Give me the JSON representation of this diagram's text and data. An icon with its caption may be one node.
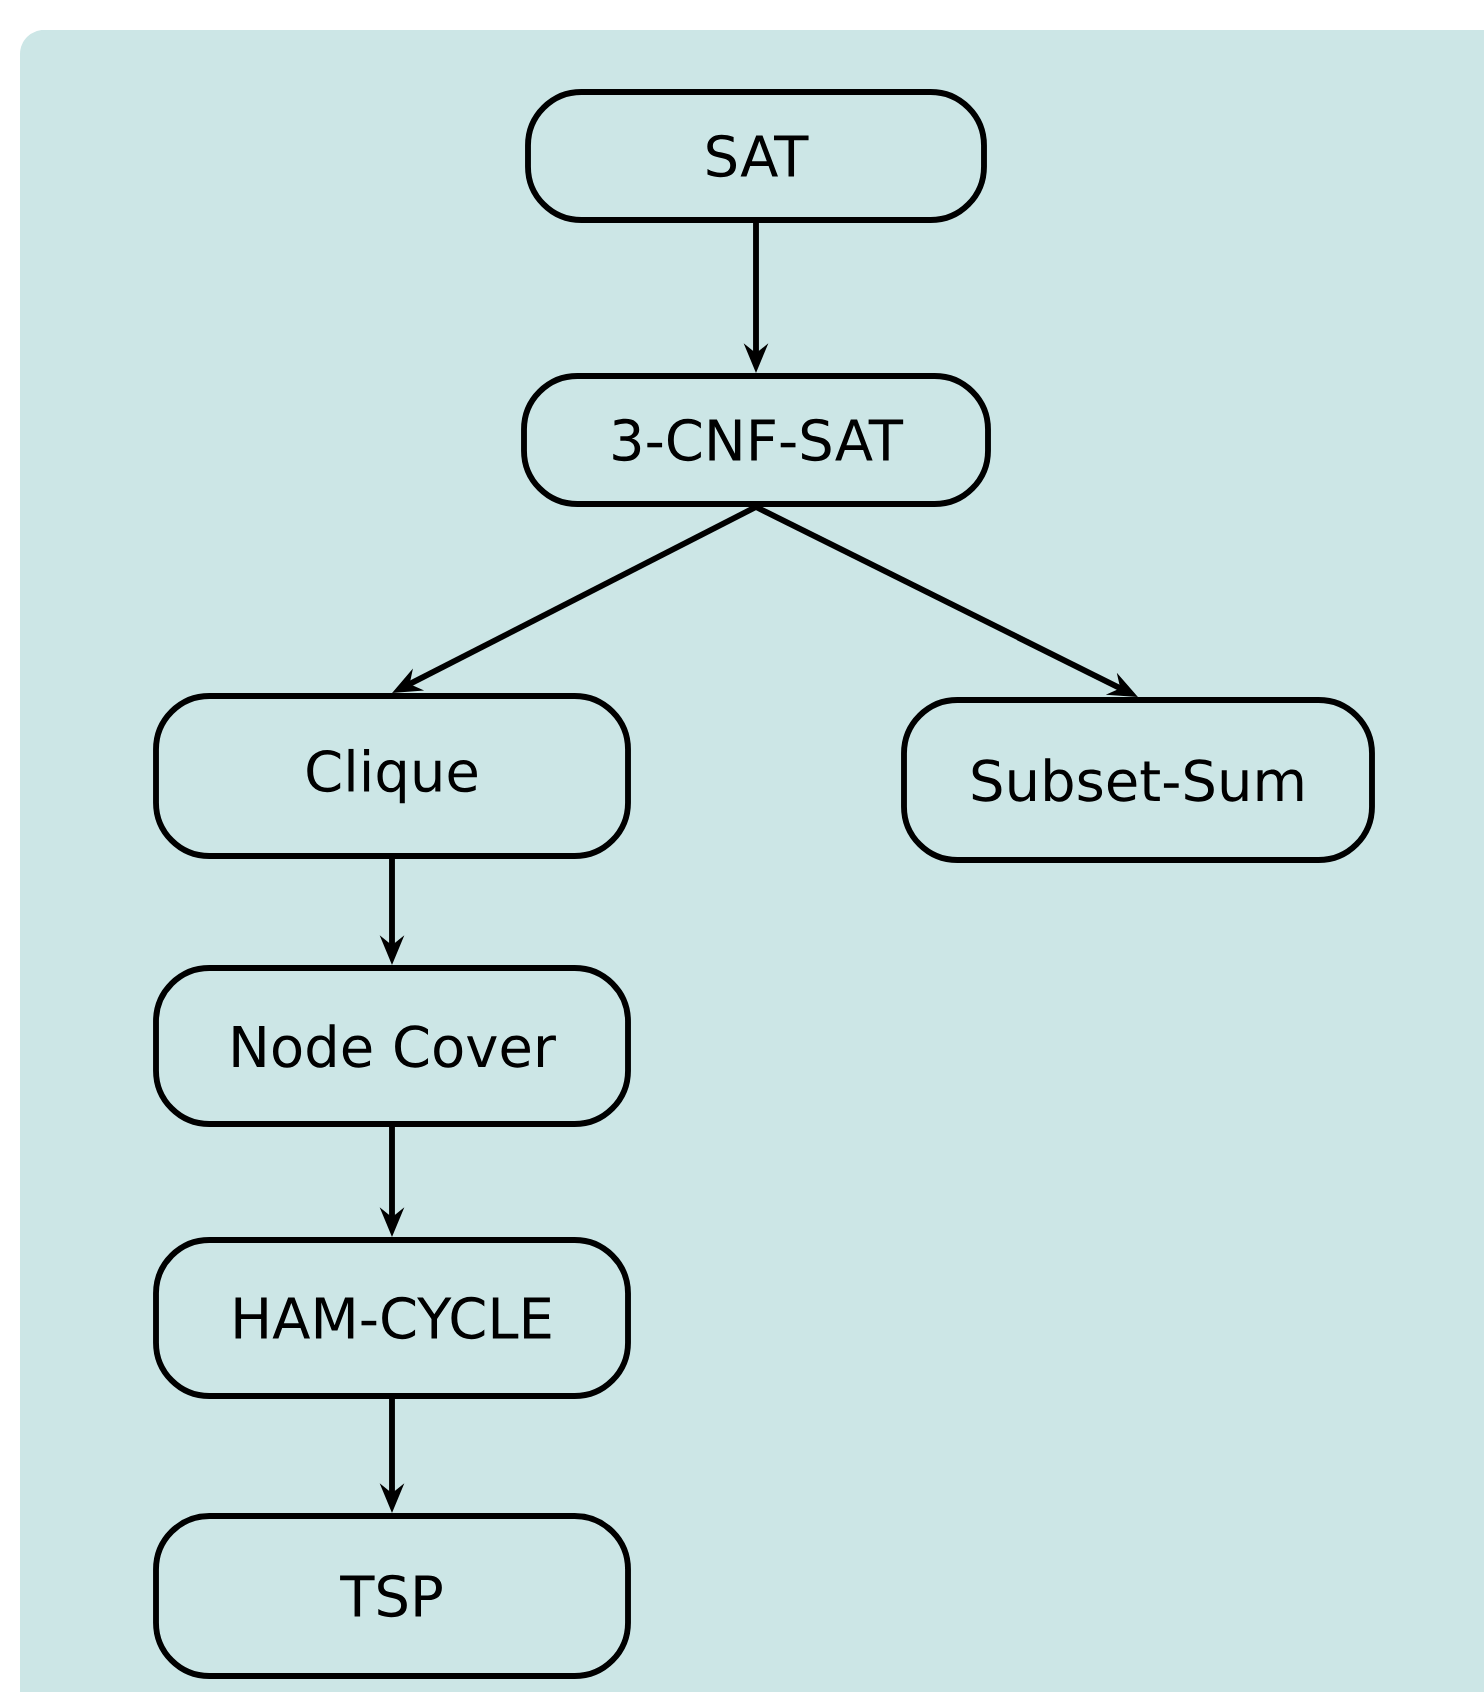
{
  "diagram": {
    "nodes": [
      {
        "text": [
          "SAT"
        ]
      },
      {
        "text": [
          "3-CNF-SAT"
        ]
      },
      {
        "text": [
          "Clique"
        ]
      },
      {
        "text": [
          "Subset-Sum"
        ]
      },
      {
        "text": [
          "Node Cover"
        ]
      },
      {
        "text": [
          "HAM-CYCLE"
        ]
      },
      {
        "text": [
          "TSP"
        ]
      }
    ],
    "edges": [
      {
        "from": 0,
        "to": 1,
        "arrow": "to"
      },
      {
        "from": 1,
        "to": 2,
        "arrow": "to"
      },
      {
        "from": 1,
        "to": 3,
        "arrow": "to"
      },
      {
        "from": 2,
        "to": 4,
        "arrow": "to"
      },
      {
        "from": 4,
        "to": 5,
        "arrow": "to"
      },
      {
        "from": 5,
        "to": 6,
        "arrow": "to"
      }
    ]
  }
}
